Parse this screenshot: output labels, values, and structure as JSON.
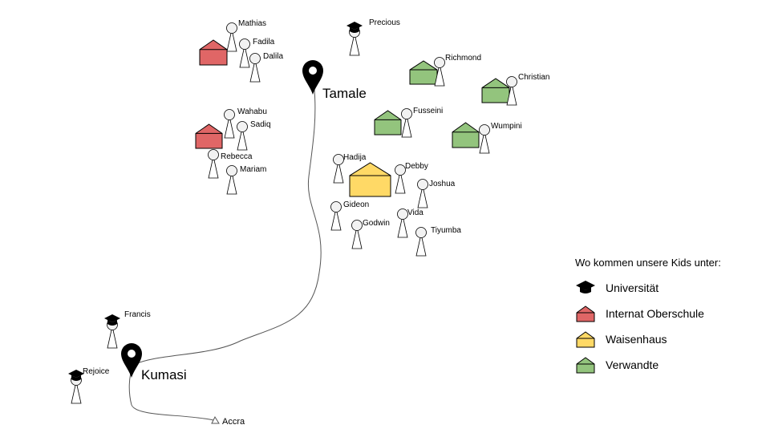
{
  "cities": [
    {
      "id": "tamale",
      "name": "Tamale"
    },
    {
      "id": "kumasi",
      "name": "Kumasi"
    }
  ],
  "places": [
    {
      "id": "accra",
      "name": "Accra"
    }
  ],
  "people": [
    {
      "name": "Mathias"
    },
    {
      "name": "Fadila"
    },
    {
      "name": "Dalila"
    },
    {
      "name": "Wahabu"
    },
    {
      "name": "Sadiq"
    },
    {
      "name": "Rebecca"
    },
    {
      "name": "Mariam"
    },
    {
      "name": "Precious"
    },
    {
      "name": "Richmond"
    },
    {
      "name": "Christian"
    },
    {
      "name": "Fusseini"
    },
    {
      "name": "Wumpini"
    },
    {
      "name": "Hadija"
    },
    {
      "name": "Debby"
    },
    {
      "name": "Joshua"
    },
    {
      "name": "Gideon"
    },
    {
      "name": "Vida"
    },
    {
      "name": "Godwin"
    },
    {
      "name": "Tiyumba"
    },
    {
      "name": "Francis"
    },
    {
      "name": "Rejoice"
    }
  ],
  "legend": {
    "title": "Wo kommen unsere Kids unter:",
    "items": [
      {
        "label": "Universität",
        "icon": "graduation-cap-icon",
        "color": "#000000"
      },
      {
        "label": "Internat Oberschule",
        "icon": "house-icon",
        "color": "#e06666"
      },
      {
        "label": "Waisenhaus",
        "icon": "house-icon",
        "color": "#ffd966"
      },
      {
        "label": "Verwandte",
        "icon": "house-icon",
        "color": "#93c47d"
      }
    ]
  },
  "colors": {
    "internat": "#e06666",
    "waisenhaus": "#ffd966",
    "verwandte": "#93c47d",
    "person": "#f2f2f2",
    "outline": "#000000"
  }
}
